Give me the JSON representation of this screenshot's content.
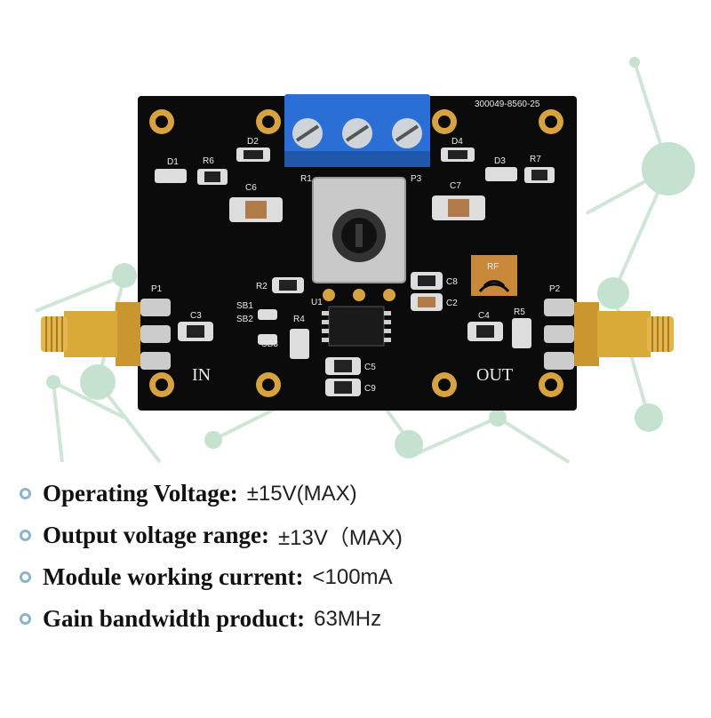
{
  "board": {
    "part_number": "300049-8560-25",
    "labels": {
      "in": "IN",
      "out": "OUT",
      "p1": "P1",
      "p2": "P2",
      "p3": "P3",
      "r1": "R1",
      "r2": "R2",
      "r4": "R4",
      "r5": "R5",
      "r6": "R6",
      "r7": "R7",
      "d1": "D1",
      "d2": "D2",
      "d3": "D3",
      "d4": "D4",
      "c2": "C2",
      "c3": "C3",
      "c4": "C4",
      "c5": "C5",
      "c6": "C6",
      "c7": "C7",
      "c8": "C8",
      "c9": "C9",
      "sb1": "SB1",
      "sb2": "SB2",
      "sb3": "SB3",
      "u1": "U1",
      "rf": "RF"
    }
  },
  "specs": [
    {
      "label": "Operating Voltage:",
      "value": "±15V(MAX)"
    },
    {
      "label": "Output voltage range:",
      "value": "±13V（MAX)"
    },
    {
      "label": "Module working current:",
      "value": "<100mA"
    },
    {
      "label": "Gain bandwidth product:",
      "value": "63MHz"
    }
  ],
  "colors": {
    "pcb": "#0b0b0b",
    "terminal": "#2b6fd6",
    "gold": "#d9a93a",
    "network": "#b9dcc8"
  }
}
